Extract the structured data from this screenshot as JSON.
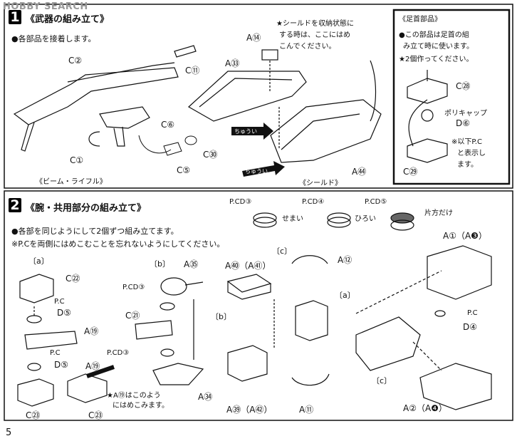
{
  "watermark": "HOBBY SEARCH",
  "page_number": "5",
  "step1": {
    "number": "1",
    "title": "《武器の組み立て》",
    "instruction": "●各部品を接着します。",
    "shield_note_1": "★シールドを収納状態に",
    "shield_note_2": "する時は、ここにはめ",
    "shield_note_3": "こんでください。",
    "caption_rifle": "《ビーム・ライフル》",
    "caption_shield": "《シールド》",
    "arrow_label": "ちゅうい",
    "labels": {
      "c2": "C②",
      "c11": "C⑪",
      "c6": "C⑥",
      "c30": "C㉚",
      "c1": "C①",
      "c5": "C⑤",
      "a14": "A⑭",
      "a33": "A㉝",
      "a44": "A㊹"
    },
    "foot": {
      "title": "《足首部品》",
      "line1": "●この部品は足首の組",
      "line2": "み立て時に使います。",
      "line3": "★2個作ってください。",
      "c28": "C㉘",
      "polycap": "ポリキャップ",
      "d6": "D⑥",
      "note1": "※以下P.C",
      "note2": "と表示し",
      "note3": "ます。",
      "c29": "C㉙"
    }
  },
  "step2": {
    "number": "2",
    "title": "《腕・共用部分の組み立て》",
    "line1": "●各部を同じようにして2個ずつ組み立てます。",
    "line2": "※P.Cを両側にはめこむことを忘れないようにしてください。",
    "pc_legend": {
      "d3": "P.CD③",
      "d3_note": "せまい",
      "d4": "P.CD④",
      "d4_note": "ひろい",
      "d5": "P.CD⑤",
      "d5_note": "片方だけ"
    },
    "labels": {
      "a_sub": "〔a〕",
      "b_sub": "〔b〕",
      "c_sub": "〔c〕",
      "a_sub2": "〔a〕",
      "b_sub2": "〔b〕",
      "c_sub2": "〔c〕",
      "c22": "C㉒",
      "pc1": "P.C",
      "d5a": "D⑤",
      "a19a": "A⑲",
      "pc2": "P.C",
      "d5b": "D⑤",
      "a19b": "A⑲",
      "c23a": "C㉓",
      "c23b": "C㉓",
      "a19_note1": "★A⑲はこのよう",
      "a19_note2": "にはめこみます。",
      "a35": "A㉟",
      "pcd3a": "P.CD③",
      "c21": "C㉑",
      "pcd3b": "P.CD③",
      "a34": "A㉞",
      "a40": "A㊵（A㊶）",
      "a12": "A⑫",
      "a39": "A㊴（A㊷）",
      "a11": "A⑪",
      "a1": "A①（A❸）",
      "pc3": "P.C",
      "d4": "D④",
      "a2": "A②（A❹）"
    }
  }
}
